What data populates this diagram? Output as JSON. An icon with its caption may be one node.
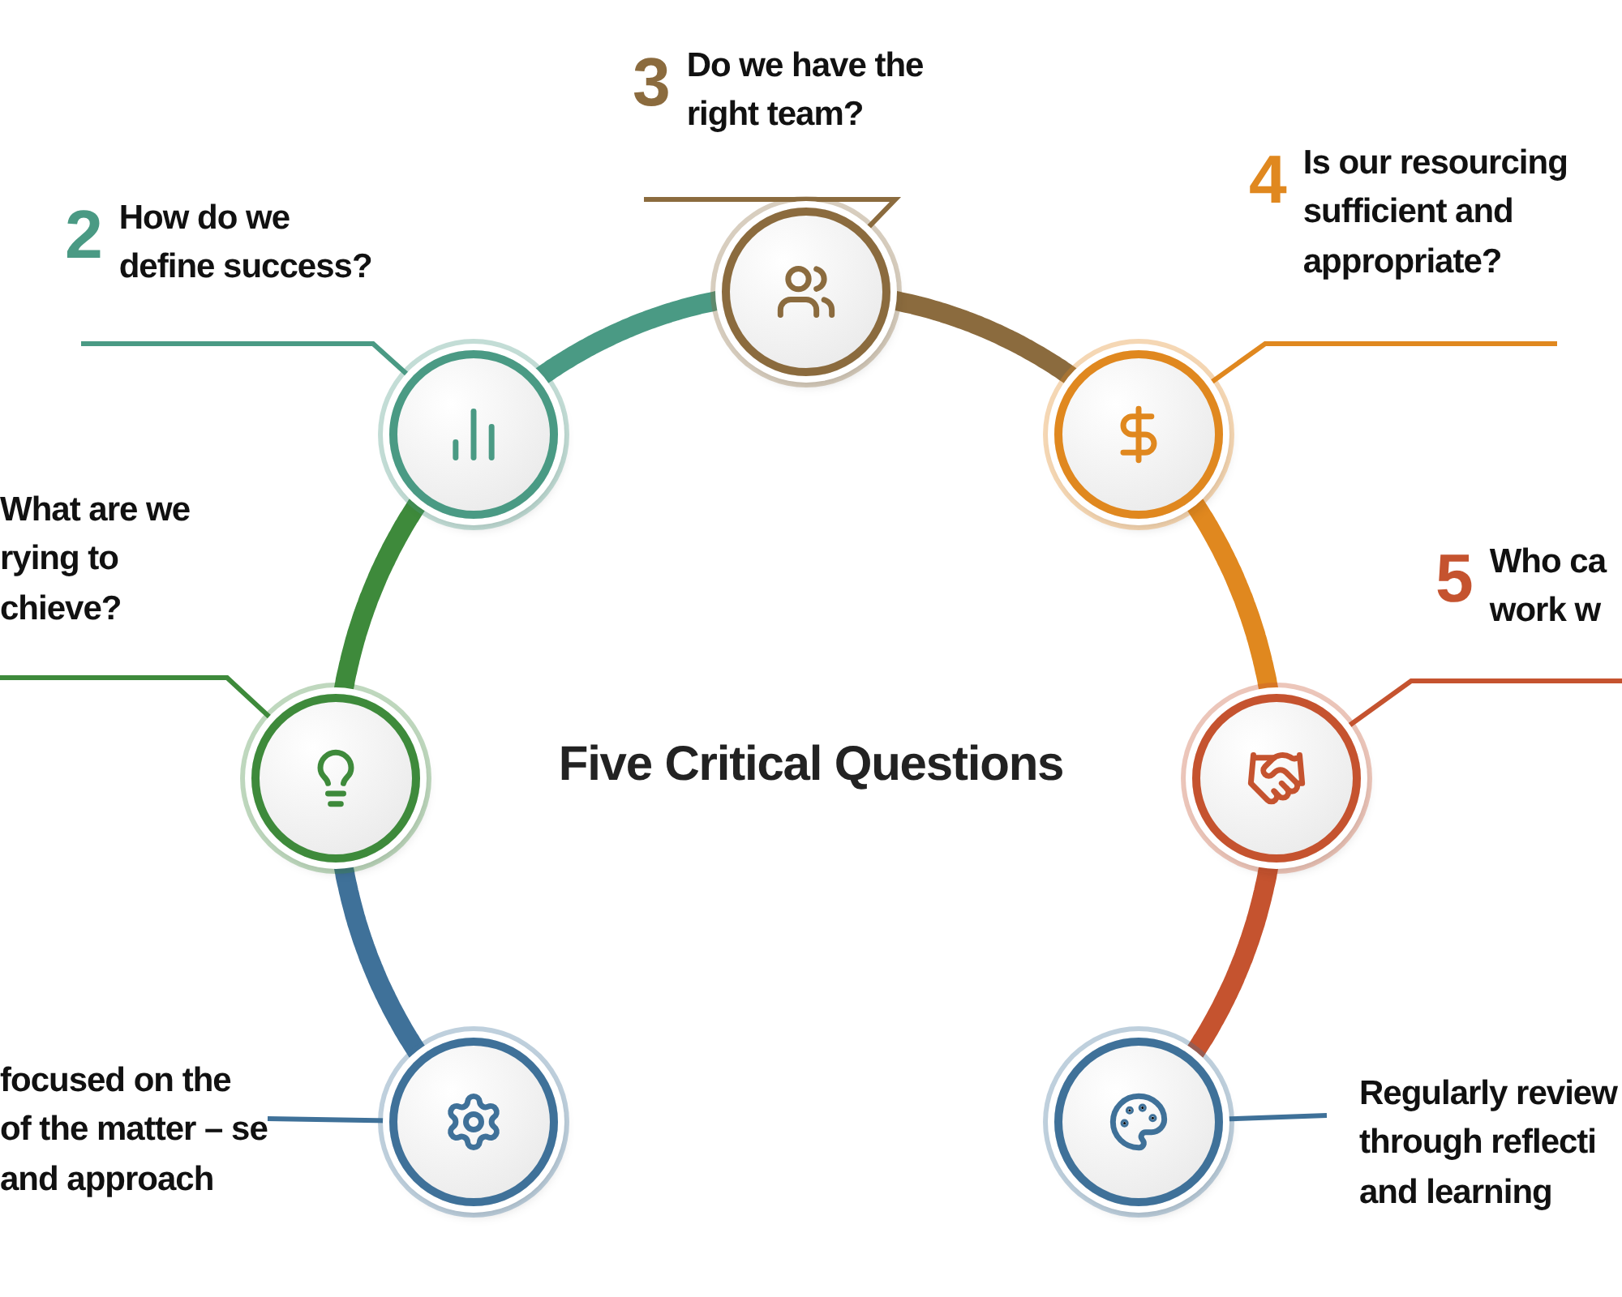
{
  "diagram": {
    "title": "Five Critical Questions",
    "nodes": [
      {
        "text": [
          "3",
          "Do we have the right team?"
        ]
      },
      {
        "text": [
          "2",
          "How do we define success?"
        ]
      },
      {
        "text": [
          "4",
          "Is our resourcing sufficient and appropriate?"
        ]
      },
      {
        "text": [],
        "shape": "circle"
      },
      {
        "text": [],
        "shape": "circle"
      },
      {
        "text": [],
        "shape": "circle"
      },
      {
        "text": [
          "What are we rying to chieve?"
        ]
      },
      {
        "text": [
          "5",
          "Who ca work w"
        ]
      },
      {
        "text": [],
        "shape": "circle"
      },
      {
        "text": [],
        "shape": "circle"
      },
      {
        "text": [
          "focused on the of the matter – se and approach"
        ]
      },
      {
        "text": [],
        "shape": "circle"
      },
      {
        "text": [],
        "shape": "circle"
      },
      {
        "text": [
          "Regularly review through reflecti and learning"
        ]
      }
    ],
    "edges": [
      {
        "from": 1,
        "to": 4,
        "arrow": "none",
        "color": "#4a9a84"
      },
      {
        "from": 0,
        "to": 3,
        "arrow": "none",
        "color": "#8b6b3e"
      },
      {
        "from": 2,
        "to": 5,
        "arrow": "none",
        "color": "#e0881f"
      },
      {
        "from": 6,
        "to": 8,
        "arrow": "none",
        "color": "#3e8a3b"
      },
      {
        "from": 7,
        "to": 9,
        "arrow": "none",
        "color": "#c5532f"
      },
      {
        "from": 10,
        "to": 11,
        "arrow": "none",
        "color": "#3f7199"
      },
      {
        "from": 13,
        "to": 12,
        "arrow": "none",
        "color": "#3f7199"
      },
      {
        "from": 11,
        "to": 8,
        "arrow": "none",
        "style": "thick",
        "color": "#3f7199"
      },
      {
        "from": 8,
        "to": 4,
        "arrow": "none",
        "style": "thick",
        "color": "#3e8a3b"
      },
      {
        "from": 4,
        "to": 3,
        "arrow": "none",
        "style": "thick",
        "color": "#4a9a84"
      },
      {
        "from": 3,
        "to": 5,
        "arrow": "none",
        "style": "thick",
        "color": "#8b6b3e"
      },
      {
        "from": 5,
        "to": 9,
        "arrow": "none",
        "style": "thick",
        "color": "#e0881f"
      },
      {
        "from": 9,
        "to": 12,
        "arrow": "none",
        "style": "thick",
        "color": "#c5532f"
      }
    ]
  }
}
